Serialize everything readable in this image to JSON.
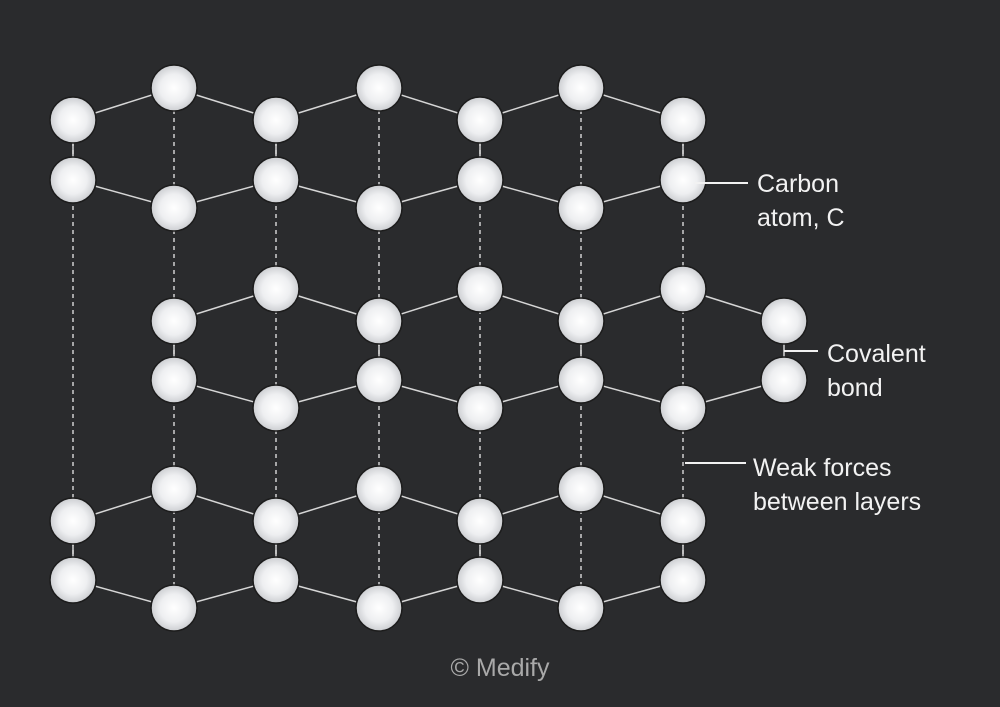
{
  "diagram": {
    "labels": {
      "carbon": [
        "Carbon",
        "atom, C"
      ],
      "covalent": [
        "Covalent",
        "bond"
      ],
      "weak": [
        "Weak forces",
        "between layers"
      ]
    },
    "credit": "© Medify"
  },
  "colors": {
    "background": "#2a2b2d",
    "atom_fill_center": "#ffffff",
    "atom_fill_edge": "#c4c6ca",
    "atom_stroke": "#1c1c1c",
    "bond": "#d6d6d6",
    "weak_force": "#d0d0d0",
    "label_text": "#f2f2f2",
    "credit_text": "#a9a9a9"
  }
}
